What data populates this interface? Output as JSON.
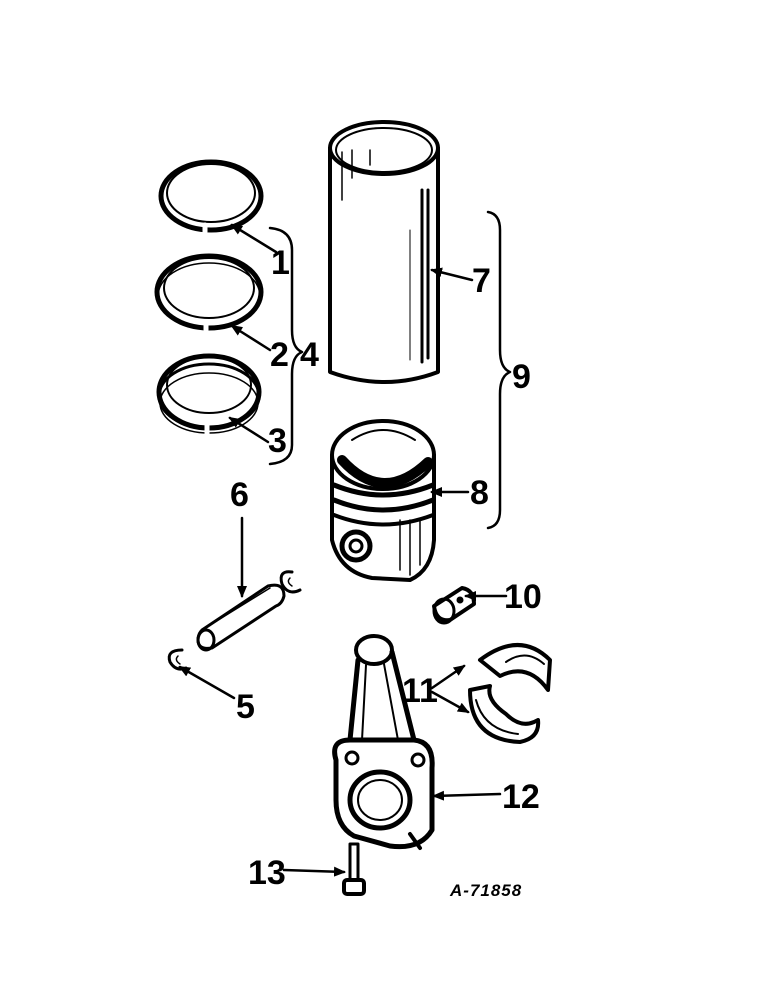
{
  "figure": {
    "reference": "A-71858",
    "callouts": {
      "c1": "1",
      "c2": "2",
      "c3": "3",
      "c4": "4",
      "c5": "5",
      "c6": "6",
      "c7": "7",
      "c8": "8",
      "c9": "9",
      "c10": "10",
      "c11": "11",
      "c12": "12",
      "c13": "13"
    }
  }
}
